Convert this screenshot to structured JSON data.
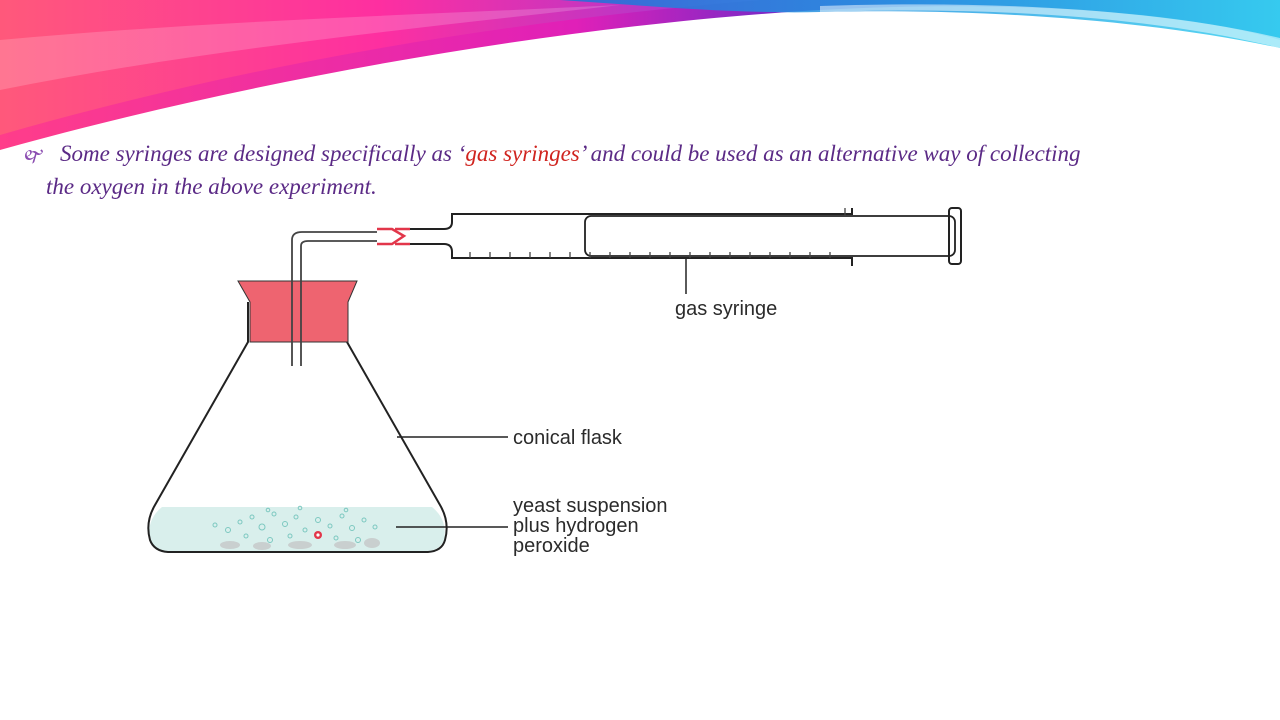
{
  "slide": {
    "bullet_glyph": "🙰",
    "text_before": "Some syringes are designed specifically as ‘",
    "highlight": "gas syringes",
    "text_after": "’ and could be used as an alternative way of collecting",
    "line2": "the oxygen in the above experiment.",
    "highlight_color": "#d0241f",
    "text_color": "#5b2a86"
  },
  "diagram": {
    "labels": {
      "syringe": "gas syringe",
      "flask": "conical flask",
      "liquid_line1": "yeast suspension",
      "liquid_line2": "plus hydrogen",
      "liquid_line3": "peroxide"
    },
    "colors": {
      "stopper": "#ee6470",
      "connector": "#e2364a",
      "liquid": "#d9efec",
      "bubbles": "#7cc8c0"
    }
  }
}
